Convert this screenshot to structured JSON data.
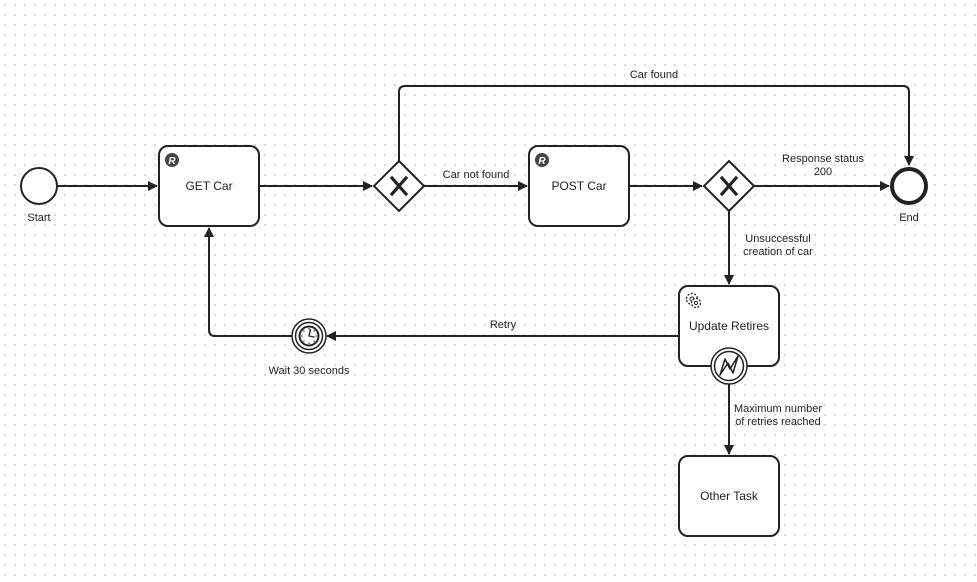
{
  "events": {
    "start": {
      "label": "Start"
    },
    "end": {
      "label": "End"
    },
    "timer": {
      "label": "Wait 30 seconds"
    }
  },
  "tasks": {
    "get_car": {
      "label": "GET Car",
      "marker": "R"
    },
    "post_car": {
      "label": "POST Car",
      "marker": "R"
    },
    "update_retries": {
      "label": "Update Retires"
    },
    "other_task": {
      "label": "Other Task"
    }
  },
  "flows": {
    "car_found": "Car found",
    "car_not_found": "Car not found",
    "response_status_line1": "Response status",
    "response_status_line2": "200",
    "unsuccessful_line1": "Unsuccessful",
    "unsuccessful_line2": "creation of car",
    "retry": "Retry",
    "max_retries_line1": "Maximum number",
    "max_retries_line2": "of retries reached"
  },
  "icons": {
    "gateway": "exclusive-gateway-x-icon",
    "rest": "rest-marker-icon",
    "service": "gear-icon",
    "timer": "clock-icon",
    "error": "error-lightning-icon"
  }
}
